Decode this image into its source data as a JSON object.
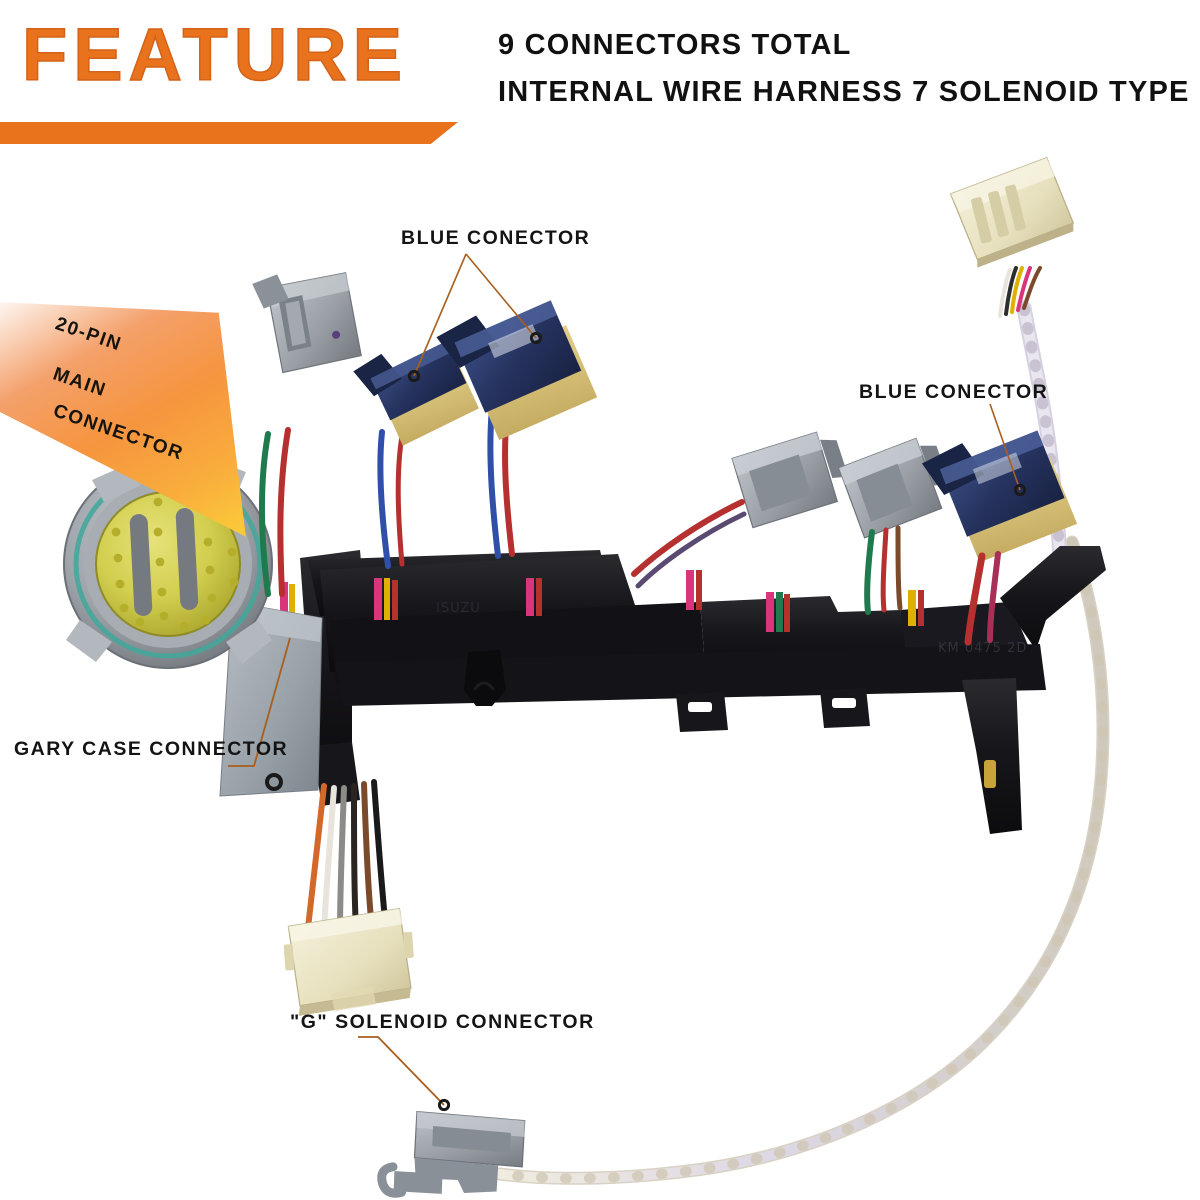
{
  "header": {
    "feature_word": "FEATURE",
    "headline_1": "9 CONNECTORS TOTAL",
    "headline_2": "INTERNAL WIRE HARNESS 7 SOLENOID TYPE",
    "accent_color": "#E8731C",
    "text_color": "#111111"
  },
  "callout": {
    "line_1": "20-PIN",
    "line_2": "MAIN",
    "line_3": "CONNECTOR",
    "gradient_from": "#f4a06a",
    "gradient_to": "#f6c026"
  },
  "labels": {
    "blue_connector_left": "BLUE CONECTOR",
    "blue_connector_right": "BLUE CONECTOR",
    "gray_case_connector": "GARY CASE CONNECTOR",
    "g_solenoid_connector": "\"G\" SOLENOID CONNECTOR",
    "leader_color": "#a85f1e"
  },
  "product": {
    "name": "Internal Wire Harness 7 Solenoid Type",
    "connector_count": "9",
    "parts": [
      {
        "name": "20-pin main round connector",
        "color": "#9aa0a6",
        "face_color": "#d9d65a"
      },
      {
        "name": "gray case plate",
        "color": "#a8aeb5"
      },
      {
        "name": "gray 2-pin connector upper left",
        "color": "#8f949a"
      },
      {
        "name": "blue solenoid connector small",
        "color": "#2b3a6b"
      },
      {
        "name": "blue solenoid connector large",
        "color": "#26335f"
      },
      {
        "name": "gray 2-pin connector center",
        "color": "#9aa0a6"
      },
      {
        "name": "gray 2-pin connector center right",
        "color": "#8f949a"
      },
      {
        "name": "blue solenoid connector right",
        "color": "#26335f"
      },
      {
        "name": "ivory top right connector",
        "color": "#eee8c8"
      },
      {
        "name": "ivory G solenoid connector",
        "color": "#efecd4"
      },
      {
        "name": "gray hook connector bottom",
        "color": "#8d949c"
      },
      {
        "name": "black harness rail",
        "color": "#17161a"
      },
      {
        "name": "spiral wrapped cable",
        "color": "#e6e1d4"
      }
    ],
    "wire_colors": [
      "#b5302f",
      "#2f4fa8",
      "#1f7a4d",
      "#d9357a",
      "#e0b000",
      "#7a4a2a",
      "#e8e4dc",
      "#1a1a1a",
      "#d2692a"
    ]
  }
}
